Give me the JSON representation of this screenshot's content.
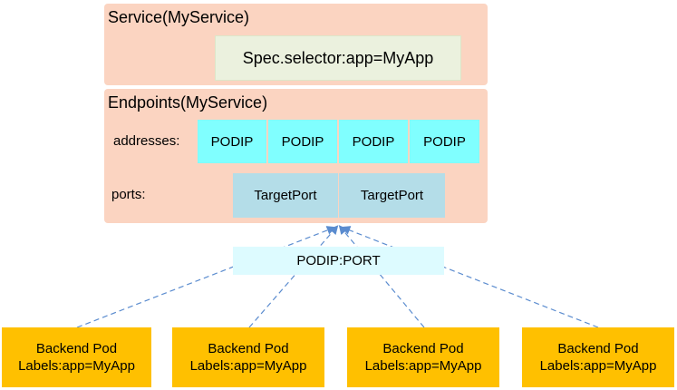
{
  "service": {
    "title": "Service(MyService)",
    "selector": "Spec.selector:app=MyApp"
  },
  "endpoints": {
    "title": "Endpoints(MyService)",
    "addresses_label": "addresses:",
    "addresses": [
      "PODIP",
      "PODIP",
      "PODIP",
      "PODIP"
    ],
    "ports_label": "ports:",
    "ports": [
      "TargetPort",
      "TargetPort"
    ]
  },
  "connector": {
    "label": "PODIP:PORT"
  },
  "pods": [
    {
      "line1": "Backend Pod",
      "line2": "Labels:app=MyApp"
    },
    {
      "line1": "Backend Pod",
      "line2": "Labels:app=MyApp"
    },
    {
      "line1": "Backend Pod",
      "line2": "Labels:app=MyApp"
    },
    {
      "line1": "Backend Pod",
      "line2": "Labels:app=MyApp"
    }
  ],
  "colors": {
    "peach": "#fbd4c1",
    "selector": "#ebf1de",
    "podip": "#80ffff",
    "targetport": "#b4dde8",
    "connector": "#ddfbff",
    "pod": "#ffc000",
    "arrow": "#5b8ccf"
  }
}
